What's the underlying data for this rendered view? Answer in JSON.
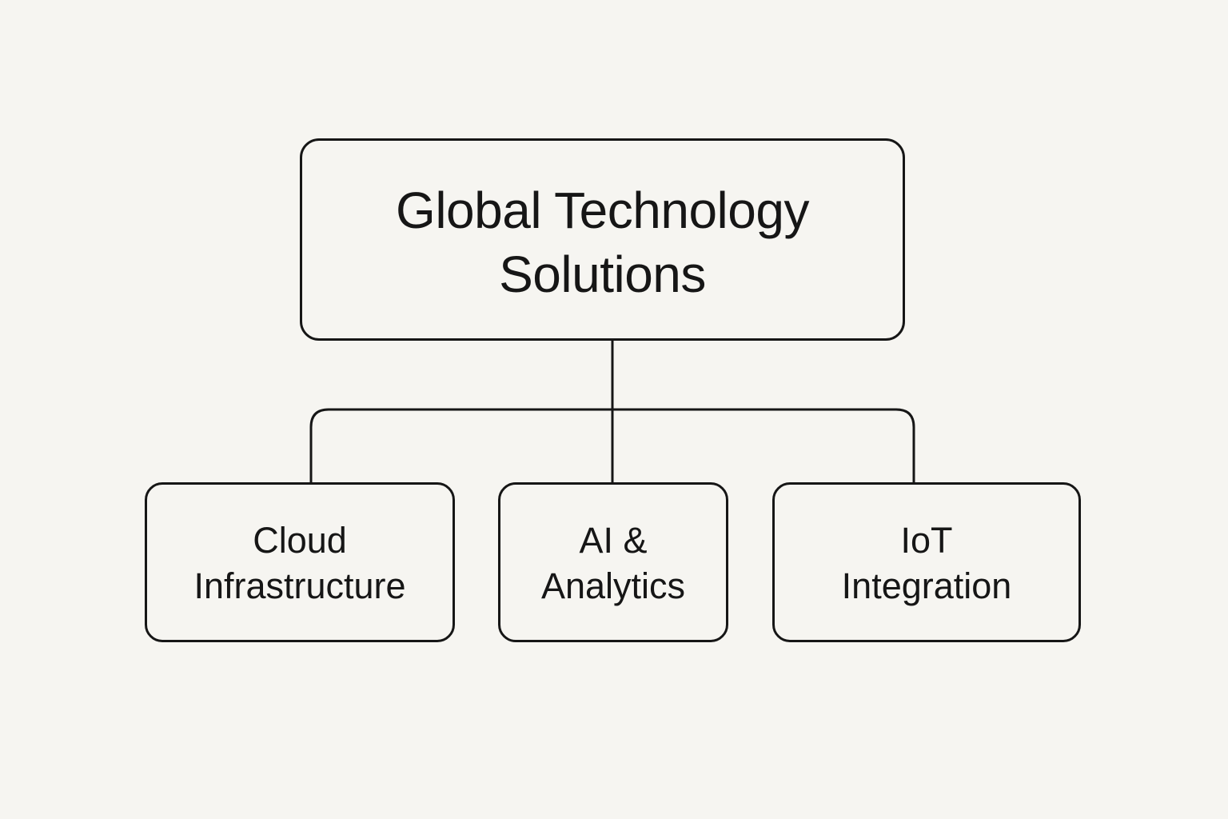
{
  "colors": {
    "background": "#f6f5f1",
    "line": "#161616",
    "text": "#161616"
  },
  "root": {
    "line1": "Global Technology",
    "line2": "Solutions"
  },
  "children": [
    {
      "line1": "Cloud",
      "line2": "Infrastructure"
    },
    {
      "line1": "AI &",
      "line2": "Analytics"
    },
    {
      "line1": "IoT",
      "line2": "Integration"
    }
  ]
}
